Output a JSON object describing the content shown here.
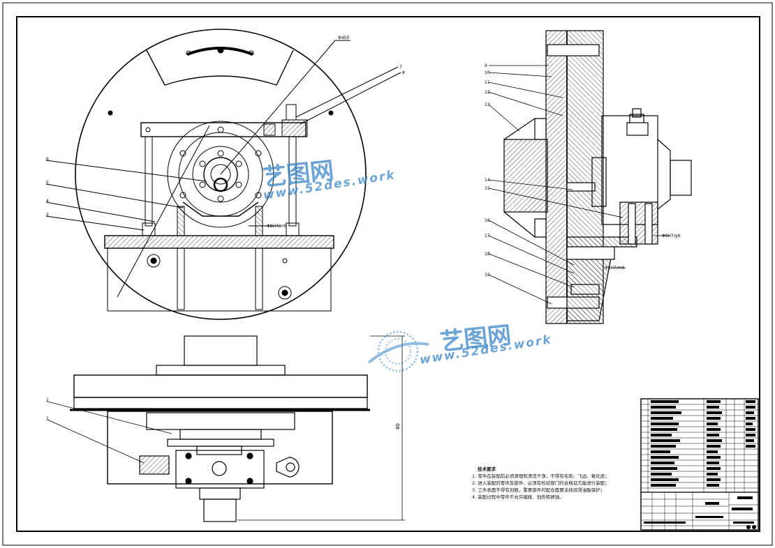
{
  "drawing": {
    "annotation_front_dia": "Φ450",
    "annotation_fit_front": "Φ8H7/m6",
    "annotation_fit_side_1": "Φ8H7/g6",
    "annotation_fit_side_2": "Φ8H7/m6",
    "annotation_dim_height": "80",
    "front_balloons": [
      "7",
      "8",
      "6",
      "5",
      "4",
      "3"
    ],
    "side_balloons": [
      "9",
      "10",
      "11",
      "12",
      "13",
      "14",
      "15",
      "16",
      "17",
      "18",
      "19"
    ],
    "bottom_balloons": [
      "2",
      "1"
    ]
  },
  "notes": {
    "title": "技术要求",
    "items": [
      "1. 零件在装配前必须清理和清洗干净，不得有毛刺、飞边、氧化皮；",
      "2. 进入装配的零件及部件，必须有检验部门的合格证方能进行装配；",
      "3. 工件表面不得有划痕，重要部件的配合面要涂抹润滑油脂保护；",
      "4. 装配过程中零件不允许磕碰、划伤和锈蚀。"
    ]
  },
  "watermark": {
    "brand": "艺图网",
    "url": "www.52des.work",
    "color": "#3a86c8"
  }
}
